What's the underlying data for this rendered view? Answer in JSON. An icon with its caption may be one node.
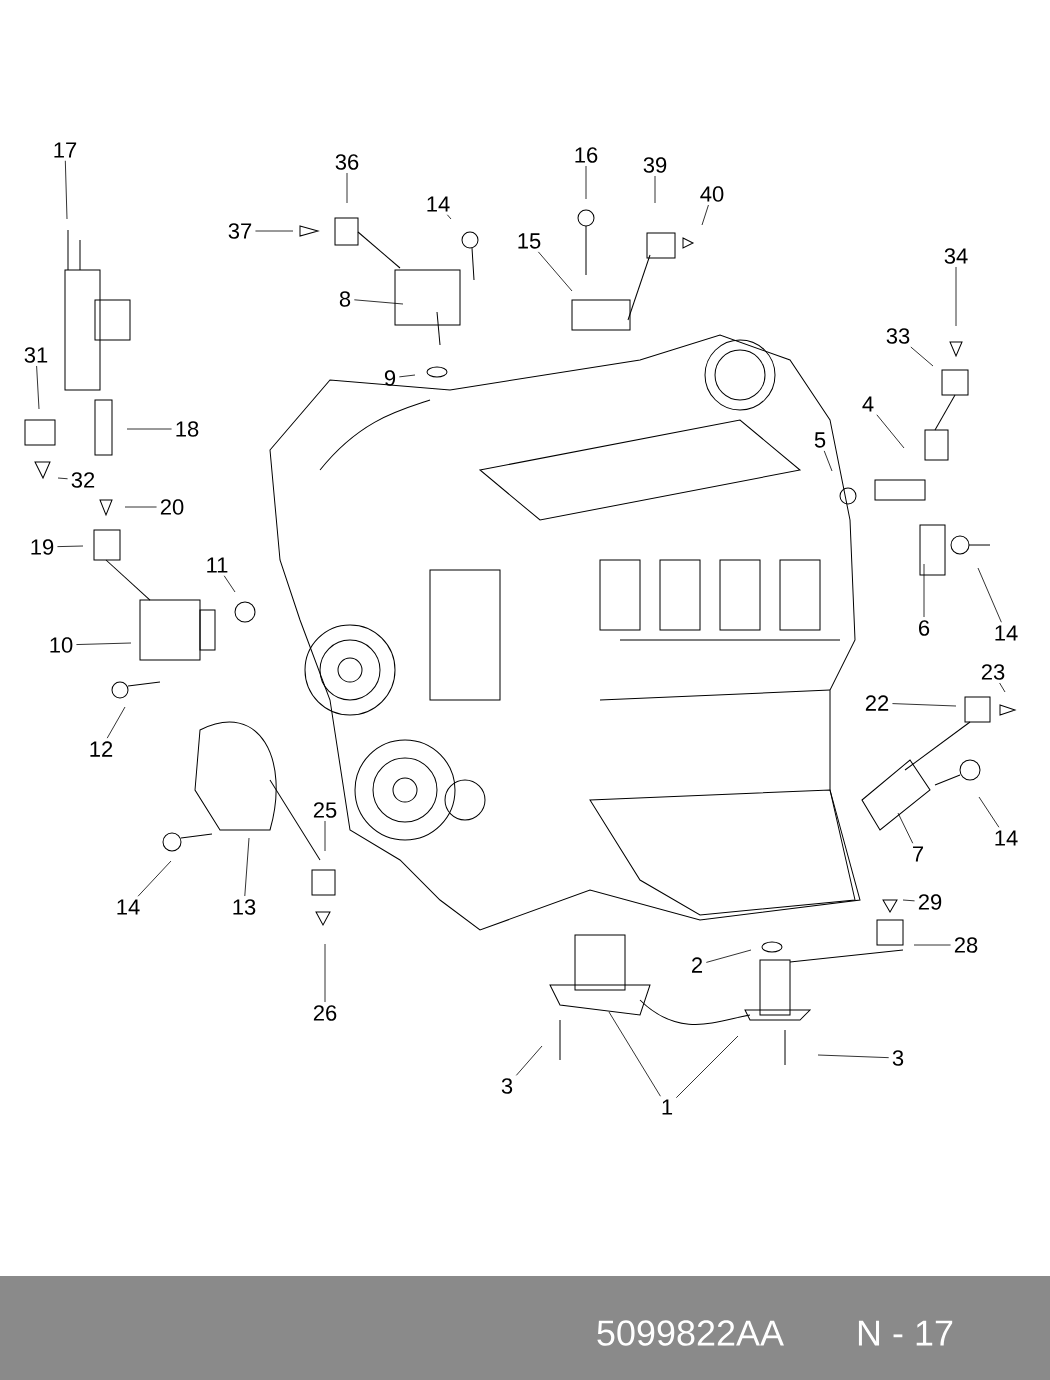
{
  "diagram": {
    "nodes": [
      {
        "text": [
          "17"
        ]
      },
      {
        "text": [
          "16"
        ]
      },
      {
        "text": [
          "36"
        ]
      },
      {
        "text": [
          "39"
        ]
      },
      {
        "text": [
          "40"
        ]
      },
      {
        "text": [
          "14"
        ]
      },
      {
        "text": [
          "37"
        ]
      },
      {
        "text": [
          "15"
        ]
      },
      {
        "text": [
          "34"
        ]
      },
      {
        "text": [
          "8"
        ]
      },
      {
        "text": [
          "33"
        ]
      },
      {
        "text": [
          "31"
        ]
      },
      {
        "text": [
          "9"
        ]
      },
      {
        "text": [
          "4"
        ]
      },
      {
        "text": [
          "18"
        ]
      },
      {
        "text": [
          "5"
        ]
      },
      {
        "text": [
          "32"
        ]
      },
      {
        "text": [
          "20"
        ]
      },
      {
        "text": [
          "19"
        ]
      },
      {
        "text": [
          "11"
        ]
      },
      {
        "text": [
          "6"
        ]
      },
      {
        "text": [
          "14"
        ]
      },
      {
        "text": [
          "10"
        ]
      },
      {
        "text": [
          "23"
        ]
      },
      {
        "text": [
          "22"
        ]
      },
      {
        "text": [
          "12"
        ]
      },
      {
        "text": [
          "25"
        ]
      },
      {
        "text": [
          "14"
        ]
      },
      {
        "text": [
          "7"
        ]
      },
      {
        "text": [
          "29"
        ]
      },
      {
        "text": [
          "14"
        ]
      },
      {
        "text": [
          "13"
        ]
      },
      {
        "text": [
          "28"
        ]
      },
      {
        "text": [
          "2"
        ]
      },
      {
        "text": [
          "26"
        ]
      },
      {
        "text": [
          "3"
        ]
      },
      {
        "text": [
          "3"
        ]
      },
      {
        "text": [
          "1"
        ]
      }
    ],
    "edges": [
      {
        "from": 0,
        "to": null,
        "arrow": "none"
      },
      {
        "from": 1,
        "to": null,
        "arrow": "none"
      },
      {
        "from": 2,
        "to": null,
        "arrow": "none"
      },
      {
        "from": 3,
        "to": null,
        "arrow": "none"
      },
      {
        "from": 4,
        "to": null,
        "arrow": "none"
      },
      {
        "from": 5,
        "to": null,
        "arrow": "none"
      },
      {
        "from": 6,
        "to": null,
        "arrow": "none"
      },
      {
        "from": 7,
        "to": null,
        "arrow": "none"
      },
      {
        "from": 8,
        "to": null,
        "arrow": "none"
      },
      {
        "from": 9,
        "to": null,
        "arrow": "none"
      },
      {
        "from": 10,
        "to": null,
        "arrow": "none"
      },
      {
        "from": 11,
        "to": null,
        "arrow": "none"
      },
      {
        "from": 12,
        "to": null,
        "arrow": "none"
      },
      {
        "from": 13,
        "to": null,
        "arrow": "none"
      },
      {
        "from": 14,
        "to": null,
        "arrow": "none"
      },
      {
        "from": 15,
        "to": null,
        "arrow": "none"
      },
      {
        "from": 16,
        "to": null,
        "arrow": "none"
      },
      {
        "from": 17,
        "to": null,
        "arrow": "none"
      },
      {
        "from": 18,
        "to": null,
        "arrow": "none"
      },
      {
        "from": 19,
        "to": null,
        "arrow": "none"
      },
      {
        "from": 20,
        "to": null,
        "arrow": "none"
      },
      {
        "from": 21,
        "to": null,
        "arrow": "none"
      },
      {
        "from": 22,
        "to": null,
        "arrow": "none"
      },
      {
        "from": 23,
        "to": null,
        "arrow": "none"
      },
      {
        "from": 24,
        "to": null,
        "arrow": "none"
      },
      {
        "from": 25,
        "to": null,
        "arrow": "none"
      },
      {
        "from": 26,
        "to": null,
        "arrow": "none"
      },
      {
        "from": 27,
        "to": null,
        "arrow": "none"
      },
      {
        "from": 28,
        "to": null,
        "arrow": "none"
      },
      {
        "from": 29,
        "to": null,
        "arrow": "none"
      },
      {
        "from": 30,
        "to": null,
        "arrow": "none"
      },
      {
        "from": 31,
        "to": null,
        "arrow": "none"
      },
      {
        "from": 32,
        "to": null,
        "arrow": "none"
      },
      {
        "from": 33,
        "to": null,
        "arrow": "none"
      },
      {
        "from": 34,
        "to": null,
        "arrow": "none"
      },
      {
        "from": 35,
        "to": null,
        "arrow": "none"
      },
      {
        "from": 36,
        "to": null,
        "arrow": "none"
      },
      {
        "from": 37,
        "to": null,
        "arrow": "none"
      },
      {
        "from": 37,
        "to": null,
        "arrow": "none"
      }
    ],
    "labels": [
      "5099822AA",
      "N - 17"
    ]
  }
}
